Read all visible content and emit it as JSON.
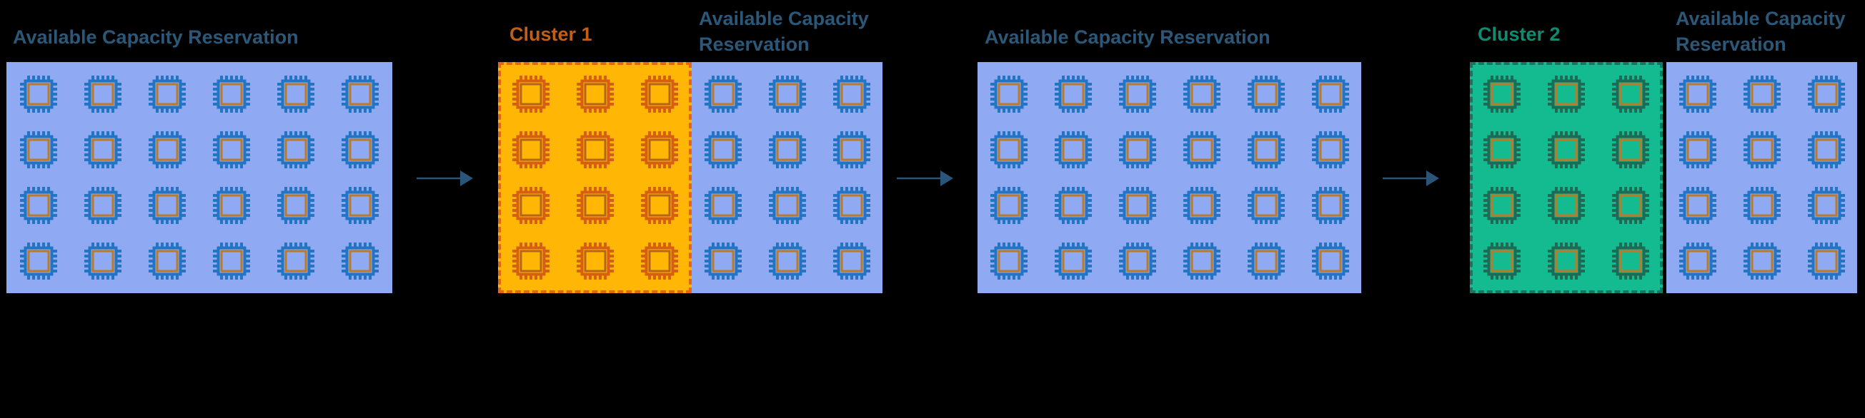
{
  "diagram": {
    "background_color": "#000000",
    "arrow_color": "#2A5578",
    "arrow_count": 3
  },
  "panels": [
    {
      "id": "reservation-1",
      "title": "Available Capacity Reservation",
      "title_color": "#2B5878",
      "box": {
        "fill": "#8FA9F2",
        "border_style": "none",
        "border_color": ""
      },
      "grid": {
        "cols": 6,
        "rows": 4
      },
      "chip": {
        "primary": "#2374C2",
        "accent": "#BB7A28",
        "icon": "chip-icon"
      }
    },
    {
      "id": "cluster-1",
      "title": "Cluster 1",
      "title_color": "#C25E15",
      "box": {
        "fill": "#FFB605",
        "border_style": "dashed",
        "border_color": "#E8650F"
      },
      "grid": {
        "cols": 3,
        "rows": 4
      },
      "chip": {
        "primary": "#D75F12",
        "accent": "#B5651A",
        "icon": "chip-icon"
      }
    },
    {
      "id": "reservation-2",
      "title": "Available Capacity Reservation",
      "title_color": "#2B5878",
      "box": {
        "fill": "#8FA9F2",
        "border_style": "none",
        "border_color": ""
      },
      "grid": {
        "cols": 3,
        "rows": 4
      },
      "chip": {
        "primary": "#2374C2",
        "accent": "#BB7A28",
        "icon": "chip-icon"
      }
    },
    {
      "id": "reservation-3",
      "title": "Available Capacity Reservation",
      "title_color": "#2B5878",
      "box": {
        "fill": "#8FA9F2",
        "border_style": "none",
        "border_color": ""
      },
      "grid": {
        "cols": 6,
        "rows": 4
      },
      "chip": {
        "primary": "#2374C2",
        "accent": "#BB7A28",
        "icon": "chip-icon"
      }
    },
    {
      "id": "cluster-2",
      "title": "Cluster 2",
      "title_color": "#0F8B70",
      "box": {
        "fill": "#14BA90",
        "border_style": "dashed",
        "border_color": "#187660"
      },
      "grid": {
        "cols": 3,
        "rows": 4
      },
      "chip": {
        "primary": "#1D6B55",
        "accent": "#BB7A28",
        "icon": "chip-icon"
      }
    },
    {
      "id": "reservation-4",
      "title": "Available Capacity Reservation",
      "title_color": "#2B5878",
      "box": {
        "fill": "#8FA9F2",
        "border_style": "none",
        "border_color": ""
      },
      "grid": {
        "cols": 3,
        "rows": 4
      },
      "chip": {
        "primary": "#2374C2",
        "accent": "#BB7A28",
        "icon": "chip-icon"
      }
    }
  ]
}
